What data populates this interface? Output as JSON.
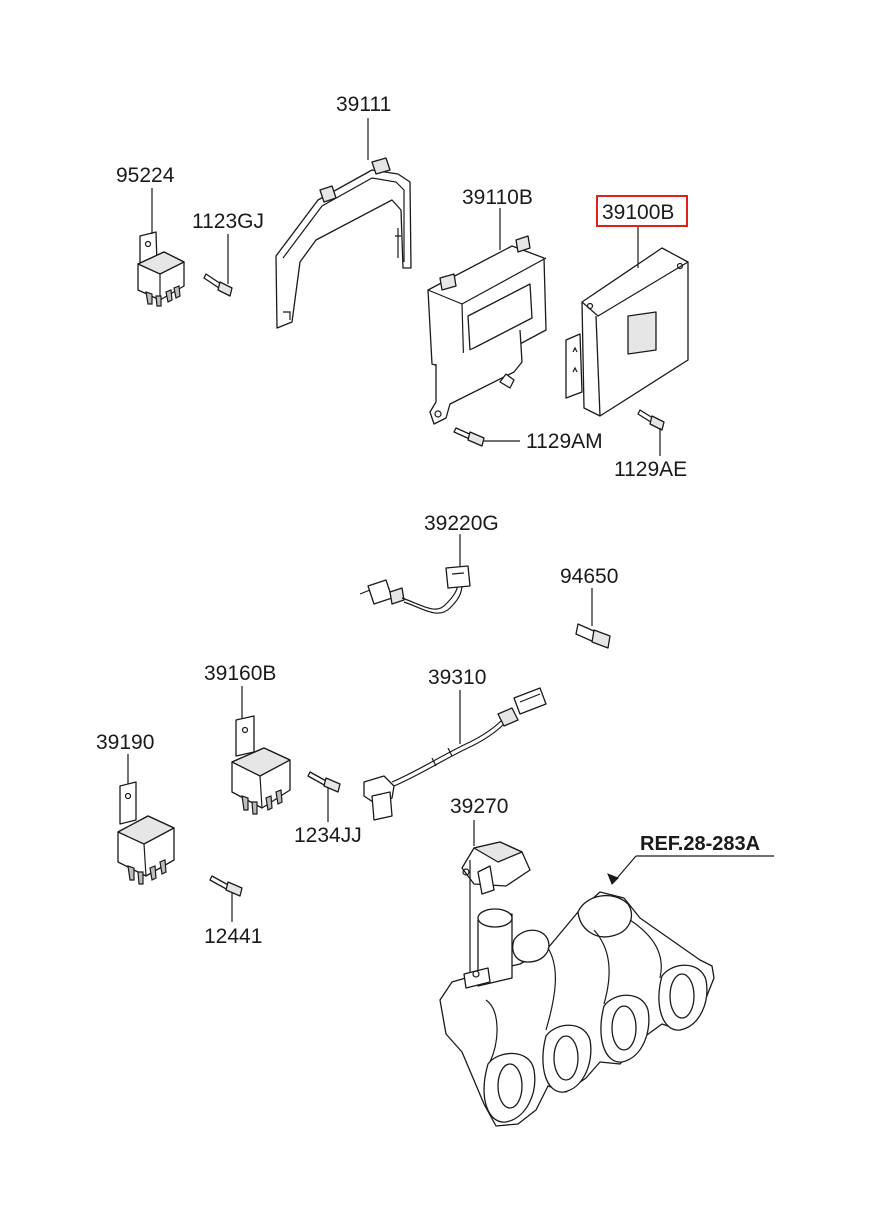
{
  "diagram": {
    "highlight_color": "#e0201b",
    "labels": {
      "p39111": "39111",
      "p95224": "95224",
      "p1123GJ": "1123GJ",
      "p39110B": "39110B",
      "p39100B": "39100B",
      "p1129AM": "1129AM",
      "p1129AE": "1129AE",
      "p39220G": "39220G",
      "p94650": "94650",
      "p39160B": "39160B",
      "p39310": "39310",
      "p39190": "39190",
      "p1234JJ": "1234JJ",
      "p39270": "39270",
      "p12441": "12441",
      "ref": "REF.28-283A"
    },
    "highlighted_part": "39100B"
  }
}
